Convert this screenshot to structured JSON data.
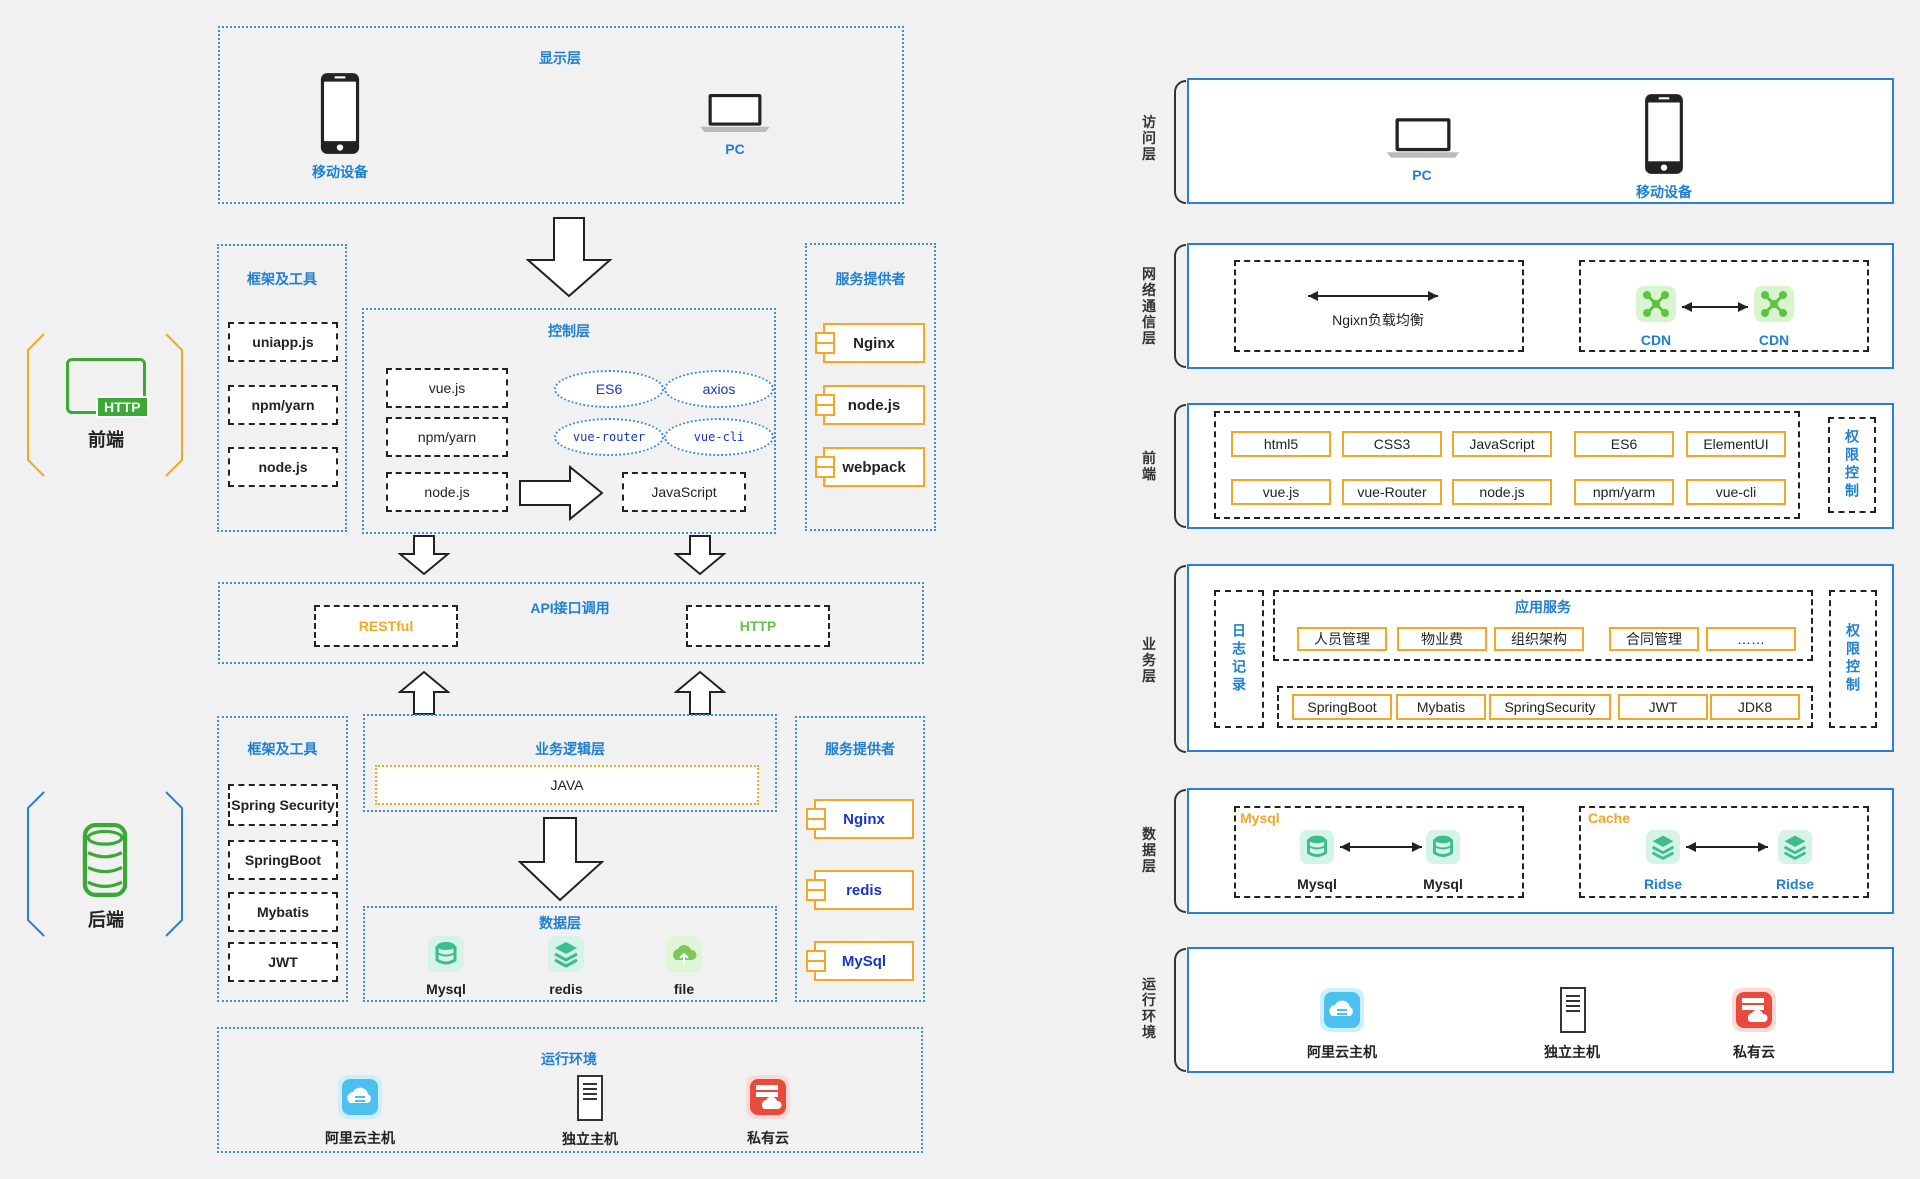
{
  "left": {
    "display": {
      "title": "显示层",
      "mobile": "移动设备",
      "pc": "PC"
    },
    "frontend_label": "前端",
    "backend_label": "后端",
    "http_badge": "HTTP",
    "fe_tools": {
      "title": "框架及工具",
      "items": [
        "uniapp.js",
        "npm/yarn",
        "node.js"
      ]
    },
    "control": {
      "title": "控制层",
      "items": [
        "vue.js",
        "npm/yarn",
        "node.js"
      ],
      "ovals": [
        "ES6",
        "axios",
        "vue-router",
        "vue-cli"
      ],
      "target": "JavaScript"
    },
    "fe_providers": {
      "title": "服务提供者",
      "items": [
        "Nginx",
        "node.js",
        "webpack"
      ]
    },
    "api": {
      "title": "API接口调用",
      "restful": "RESTful",
      "http": "HTTP"
    },
    "be_tools": {
      "title": "框架及工具",
      "items": [
        "Spring Security",
        "SpringBoot",
        "Mybatis",
        "JWT"
      ]
    },
    "logic": {
      "title": "业务逻辑层",
      "java": "JAVA"
    },
    "be_providers": {
      "title": "服务提供者",
      "items": [
        "Nginx",
        "redis",
        "MySql"
      ]
    },
    "data": {
      "title": "数据层",
      "items": [
        "Mysql",
        "redis",
        "file"
      ]
    },
    "runtime": {
      "title": "运行环境",
      "items": [
        "阿里云主机",
        "独立主机",
        "私有云"
      ]
    }
  },
  "right": {
    "access": {
      "label": "访问层",
      "pc": "PC",
      "mobile": "移动设备"
    },
    "network": {
      "label": "网络通信层",
      "nginx": "Ngixn负载均衡",
      "cdn1": "CDN",
      "cdn2": "CDN"
    },
    "frontend": {
      "label": "前端",
      "row1": [
        "html5",
        "CSS3",
        "JavaScript",
        "ES6",
        "ElementUI"
      ],
      "row2": [
        "vue.js",
        "vue-Router",
        "node.js",
        "npm/yarm",
        "vue-cli"
      ],
      "perm": "权限控制"
    },
    "business": {
      "label": "业务层",
      "log": "日志记录",
      "app_title": "应用服务",
      "apps": [
        "人员管理",
        "物业费",
        "组织架构",
        "合同管理",
        "……"
      ],
      "tech": [
        "SpringBoot",
        "Mybatis",
        "SpringSecurity",
        "JWT",
        "JDK8"
      ],
      "perm": "权限控制"
    },
    "data": {
      "label": "数据层",
      "mysql_title": "Mysql",
      "mysql1": "Mysql",
      "mysql2": "Mysql",
      "cache_title": "Cache",
      "ridse1": "Ridse",
      "ridse2": "Ridse"
    },
    "runtime": {
      "label": "运行环境",
      "items": [
        "阿里云主机",
        "独立主机",
        "私有云"
      ]
    }
  },
  "colors": {
    "blue": "#1f7fd1",
    "orange": "#f5a623",
    "green": "#3aa935",
    "red": "#e84a3c",
    "navy": "#1a35c9"
  }
}
